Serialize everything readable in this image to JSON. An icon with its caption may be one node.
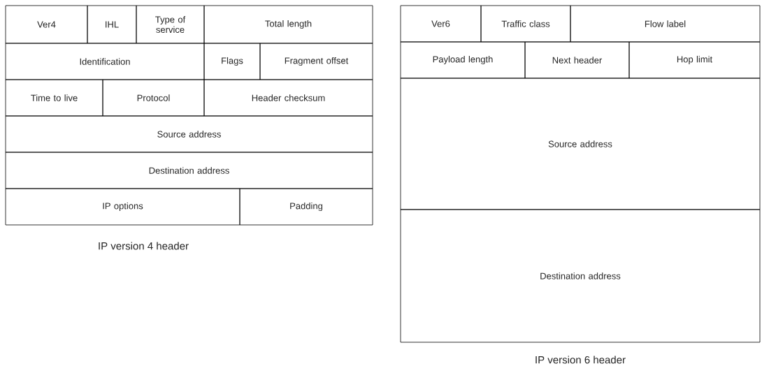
{
  "diagram": {
    "nodes": [
      {
        "text": [
          "Ver4"
        ]
      },
      {
        "text": [
          "IHL"
        ]
      },
      {
        "text": [
          "Type of service"
        ]
      },
      {
        "text": [
          "Total length"
        ]
      },
      {
        "text": [
          "Identification"
        ]
      },
      {
        "text": [
          "Flags"
        ]
      },
      {
        "text": [
          "Fragment offset"
        ]
      },
      {
        "text": [
          "Time to live"
        ]
      },
      {
        "text": [
          "Protocol"
        ]
      },
      {
        "text": [
          "Header checksum"
        ]
      },
      {
        "text": [
          "Source address"
        ]
      },
      {
        "text": [
          "Destination address"
        ]
      },
      {
        "text": [
          "IP options"
        ]
      },
      {
        "text": [
          "Padding"
        ]
      },
      {
        "text": [
          "Ver6"
        ]
      },
      {
        "text": [
          "Traffic class"
        ]
      },
      {
        "text": [
          "Flow label"
        ]
      },
      {
        "text": [
          "Payload length"
        ]
      },
      {
        "text": [
          "Next header"
        ]
      },
      {
        "text": [
          "Hop limit"
        ]
      },
      {
        "text": [
          "Source address"
        ]
      },
      {
        "text": [
          "Destination address"
        ]
      }
    ],
    "labels": [
      "IP version 4 header",
      "IP version 6 header"
    ]
  }
}
